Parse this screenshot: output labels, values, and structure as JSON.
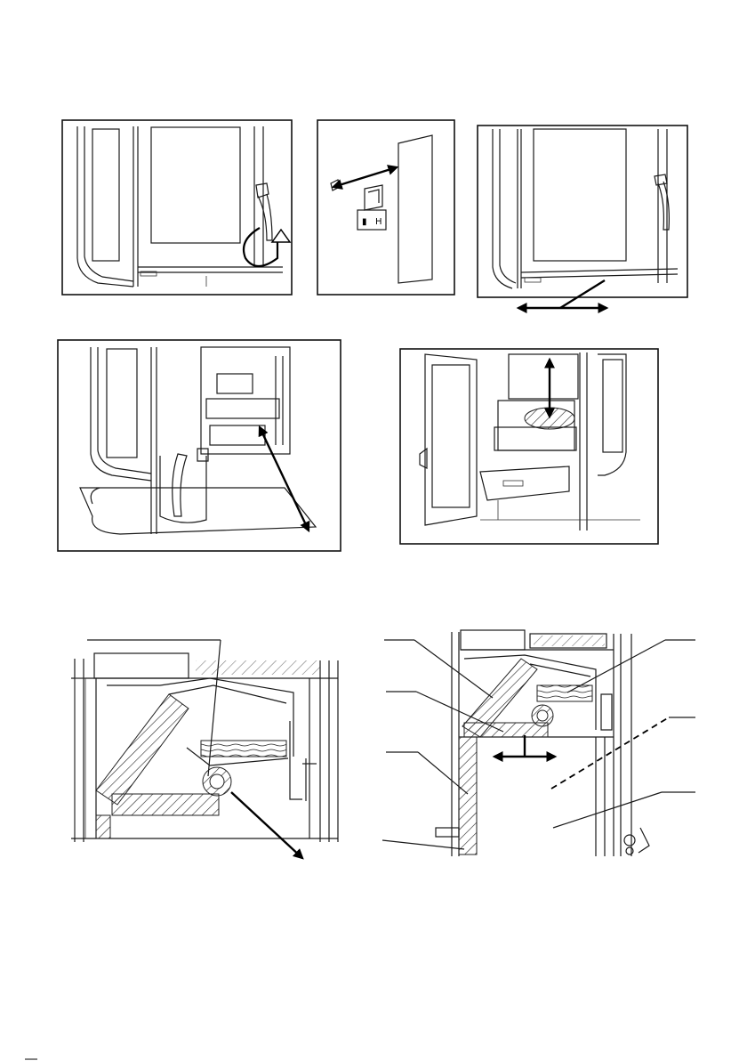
{
  "figures": [
    {
      "id": "door-handle-rotate"
    },
    {
      "id": "side-panel-remove"
    },
    {
      "id": "base-cover-slide"
    },
    {
      "id": "ash-drawer-pull"
    },
    {
      "id": "grate-lift"
    },
    {
      "id": "section-left"
    },
    {
      "id": "section-right"
    }
  ],
  "colors": {
    "line": "#1a1a1a",
    "background": "#ffffff"
  }
}
